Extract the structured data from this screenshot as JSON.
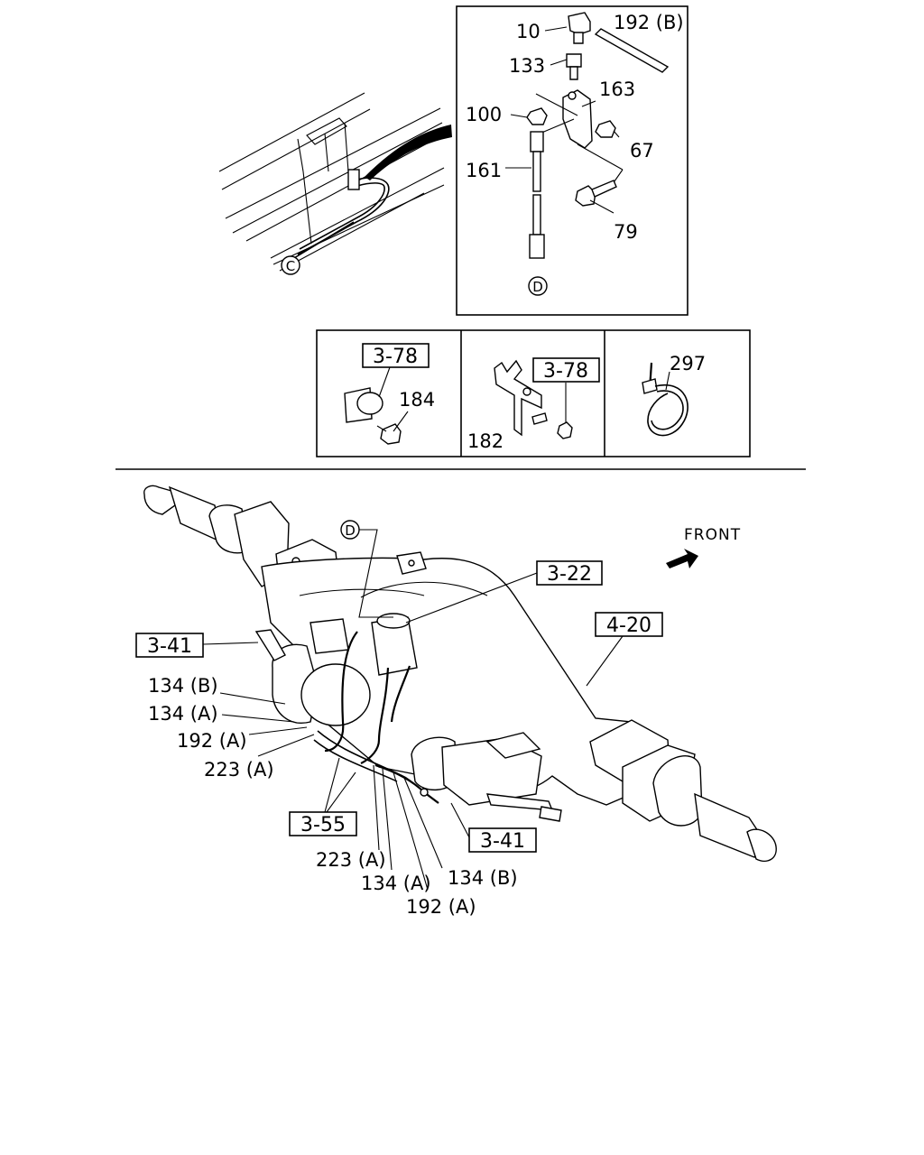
{
  "top_inset": {
    "labels": {
      "elbow": "10",
      "tube_b": "192 (B)",
      "connector": "133",
      "bracket": "163",
      "nut": "100",
      "flange_nut": "67",
      "hose": "161",
      "bolt": "79"
    },
    "ref_circle_frame": "C",
    "ref_circle_hose": "D"
  },
  "clip_panels": {
    "panel1": {
      "ref_box": "3-78",
      "part": "184"
    },
    "panel2": {
      "ref_box": "3-78",
      "part": "182"
    },
    "panel3": {
      "part": "297"
    }
  },
  "main": {
    "ref_circle": "D",
    "front_label": "FRONT",
    "ref_boxes": {
      "hose_ref": "3-22",
      "axle_ref": "4-20",
      "chamber_left": "3-41",
      "chamber_right": "3-41",
      "lines_ref": "3-55"
    },
    "left_labels": [
      "134 (B)",
      "134 (A)",
      "192 (A)",
      "223 (A)"
    ],
    "bottom_labels": [
      "223 (A)",
      "134 (A)",
      "134 (B)",
      "192 (A)"
    ]
  }
}
